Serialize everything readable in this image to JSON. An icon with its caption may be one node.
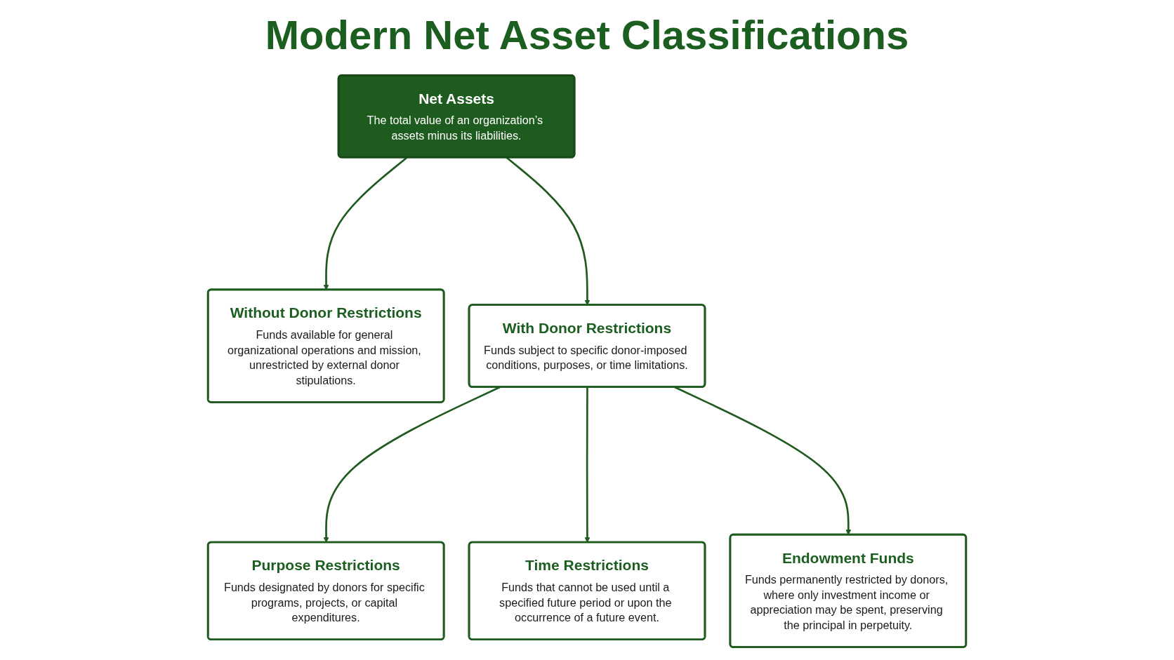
{
  "diagram": {
    "title": "Modern Net Asset Classifications",
    "nodes": [
      {
        "text": [
          "Net Assets",
          "The total value of an organization’s assets minus its liabilities."
        ]
      },
      {
        "text": [
          "Without Donor Restrictions",
          "Funds available for general organizational operations and mission, unrestricted by external donor stipulations."
        ]
      },
      {
        "text": [
          "With Donor Restrictions",
          "Funds subject to specific donor-imposed conditions, purposes, or time limitations."
        ]
      },
      {
        "text": [
          "Purpose Restrictions",
          "Funds designated by donors for specific programs, projects, or capital expenditures."
        ]
      },
      {
        "text": [
          "Time Restrictions",
          "Funds that cannot be used until a specified future period or upon the occurrence of a future event."
        ]
      },
      {
        "text": [
          "Endowment Funds",
          "Funds permanently restricted by donors, where only investment income or appreciation may be spent, preserving the principal in perpetuity."
        ]
      }
    ],
    "edges": [
      {
        "from": 0,
        "to": 1,
        "arrow": "to"
      },
      {
        "from": 0,
        "to": 2,
        "arrow": "to"
      },
      {
        "from": 2,
        "to": 3,
        "arrow": "to"
      },
      {
        "from": 2,
        "to": 4,
        "arrow": "to"
      },
      {
        "from": 2,
        "to": 5,
        "arrow": "to"
      }
    ]
  }
}
